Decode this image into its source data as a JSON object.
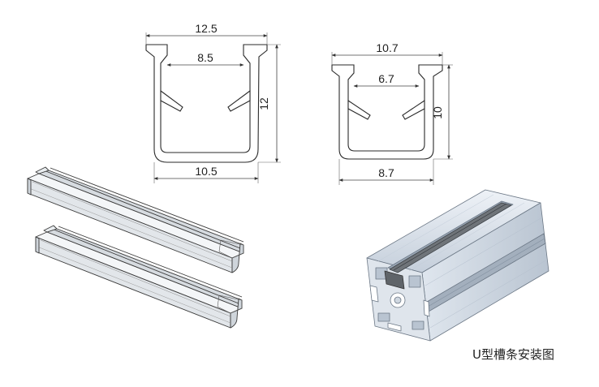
{
  "profile_a": {
    "top_width": "12.5",
    "inner_width": "8.5",
    "height": "12",
    "bottom_width": "10.5"
  },
  "profile_b": {
    "top_width": "10.7",
    "inner_width": "6.7",
    "height": "10",
    "bottom_width": "8.7"
  },
  "caption": "U型槽条安装图",
  "colors": {
    "line": "#2a2a2a",
    "aluminium_light": "#e6ebf1",
    "aluminium_mid": "#c9d2dd",
    "aluminium_dark": "#8e9aa8",
    "insert": "#6f7479"
  }
}
